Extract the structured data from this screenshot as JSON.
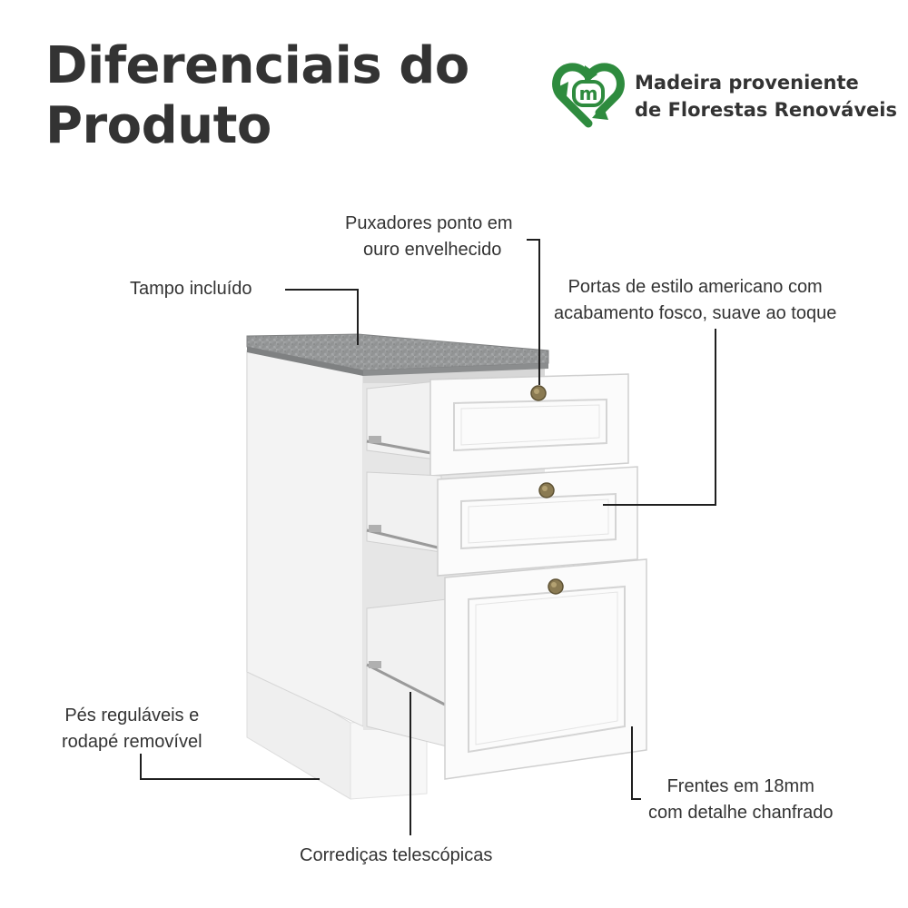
{
  "title": {
    "line1": "Diferenciais do",
    "line2": "Produto"
  },
  "badge": {
    "icon": "recycle-heart-m-icon",
    "line1": "Madeira proveniente",
    "line2": "de Florestas Renováveis",
    "color": "#2e8b3e"
  },
  "callouts": {
    "tampo": "Tampo incluído",
    "puxadores": {
      "line1": "Puxadores ponto em",
      "line2": "ouro envelhecido"
    },
    "portas": {
      "line1": "Portas de estilo americano com",
      "line2": "acabamento fosco, suave ao toque"
    },
    "pes": {
      "line1": "Pés reguláveis e",
      "line2": "rodapé removível"
    },
    "frentes": {
      "line1": "Frentes em 18mm",
      "line2": "com detalhe chanfrado"
    },
    "corredicas": "Corrediças telescópicas"
  },
  "colors": {
    "text": "#333333",
    "countertop": "#9a9c9d",
    "cabinet_white": "#f4f4f4",
    "handle": "#8a7a52"
  }
}
